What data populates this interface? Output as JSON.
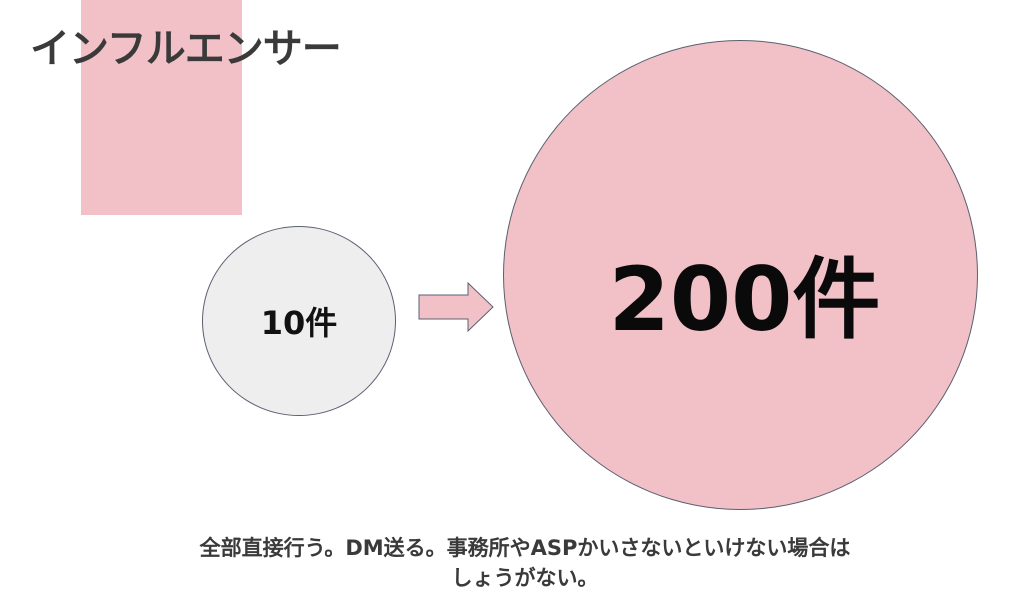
{
  "title": "インフルエンサー",
  "before": {
    "label": "10件"
  },
  "after": {
    "label": "200件"
  },
  "caption": {
    "line1": "全部直接行う。DM送る。事務所やASPかいさないといけない場合は",
    "line2": "しょうがない。"
  },
  "colors": {
    "accent_pink": "#f2c1c8",
    "neutral_gray": "#eeeeee",
    "outline": "#5a6070",
    "title_text": "#3a3a3a"
  },
  "icons": {
    "arrow": "right-arrow-icon"
  }
}
